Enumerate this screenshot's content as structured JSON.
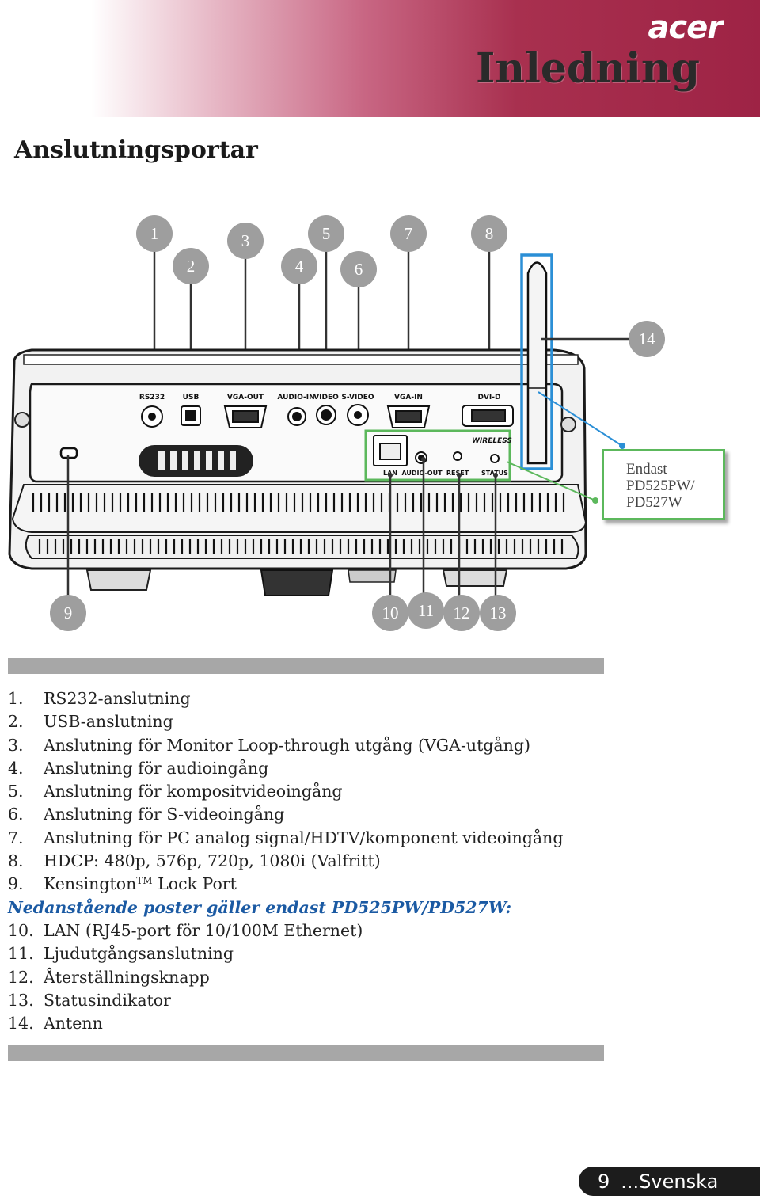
{
  "header": {
    "brand": "acer",
    "title": "Inledning"
  },
  "section_title": "Anslutningsportar",
  "diagram": {
    "callouts_top": [
      "1",
      "2",
      "3",
      "4",
      "5",
      "6",
      "7",
      "8"
    ],
    "callouts_bottom": [
      "9",
      "10",
      "11",
      "12",
      "13"
    ],
    "callout_antenna": "14",
    "port_labels": [
      "RS232",
      "USB",
      "VGA-OUT",
      "AUDIO-IN",
      "VIDEO",
      "S-VIDEO",
      "VGA-IN",
      "DVI-D"
    ],
    "wireless_labels": [
      "LAN",
      "AUDIO-OUT",
      "RESET",
      "STATUS"
    ],
    "wireless_title": "WIRELESS",
    "note_lines": [
      "Endast",
      "PD525PW/",
      "PD527W"
    ]
  },
  "list": [
    {
      "num": "1.",
      "text": "RS232-anslutning"
    },
    {
      "num": "2.",
      "text": "USB-anslutning"
    },
    {
      "num": "3.",
      "text": "Anslutning för Monitor Loop-through utgång (VGA-utgång)"
    },
    {
      "num": "4.",
      "text": "Anslutning för audioingång"
    },
    {
      "num": "5.",
      "text": "Anslutning för kompositvideoingång"
    },
    {
      "num": "6.",
      "text": "Anslutning för S-videoingång"
    },
    {
      "num": "7.",
      "text": "Anslutning för PC analog signal/HDTV/komponent videoingång"
    },
    {
      "num": "8.",
      "text": "HDCP: 480p, 576p, 720p, 1080i (Valfritt)"
    },
    {
      "num": "9.",
      "text": "Kensington",
      "sup": "TM",
      "text_after": " Lock Port"
    },
    {
      "note": "Nedanstående poster gäller endast PD525PW/PD527W:"
    },
    {
      "num": "10.",
      "text": "LAN (RJ45-port för 10/100M Ethernet)"
    },
    {
      "num": "11.",
      "text": "Ljudutgångsanslutning"
    },
    {
      "num": "12.",
      "text": "Återställningsknapp"
    },
    {
      "num": "13.",
      "text": "Statusindikator"
    },
    {
      "num": "14.",
      "text": "Antenn"
    }
  ],
  "footer": {
    "page": "9",
    "lang": "...Svenska"
  },
  "colors": {
    "brand": "#9e2345",
    "note_blue": "#1b5aa3",
    "highlight_green": "#5cb85c",
    "highlight_blue": "#2b8fd6",
    "callout_gray": "#9e9e9e"
  }
}
